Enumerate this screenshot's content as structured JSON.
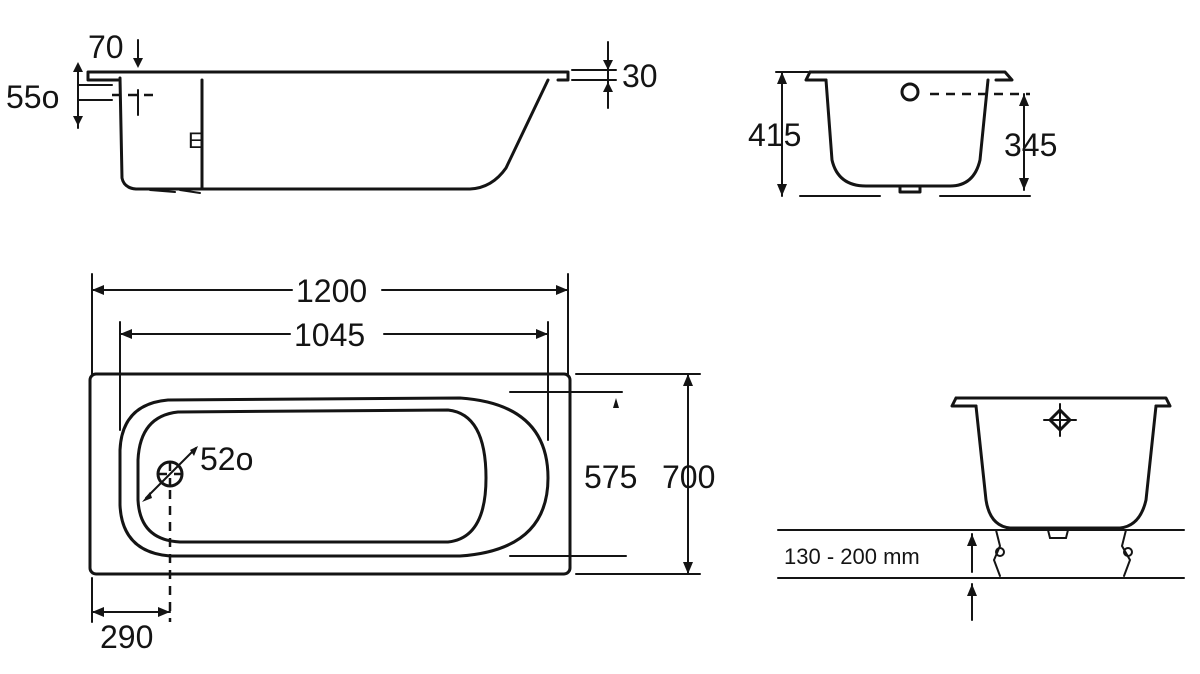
{
  "side_view": {
    "dim_top_offset": "70",
    "dim_overflow": "55o",
    "dim_rim": "30",
    "label_e": "E"
  },
  "end_view": {
    "dim_total_height": "415",
    "dim_overflow_height": "345"
  },
  "plan_view": {
    "dim_length": "1200",
    "dim_inner_length": "1045",
    "dim_drain": "52o",
    "dim_inner_width": "575",
    "dim_width": "700",
    "dim_drain_offset": "290"
  },
  "legs_view": {
    "dim_leg_range": "130 - 200 mm"
  }
}
